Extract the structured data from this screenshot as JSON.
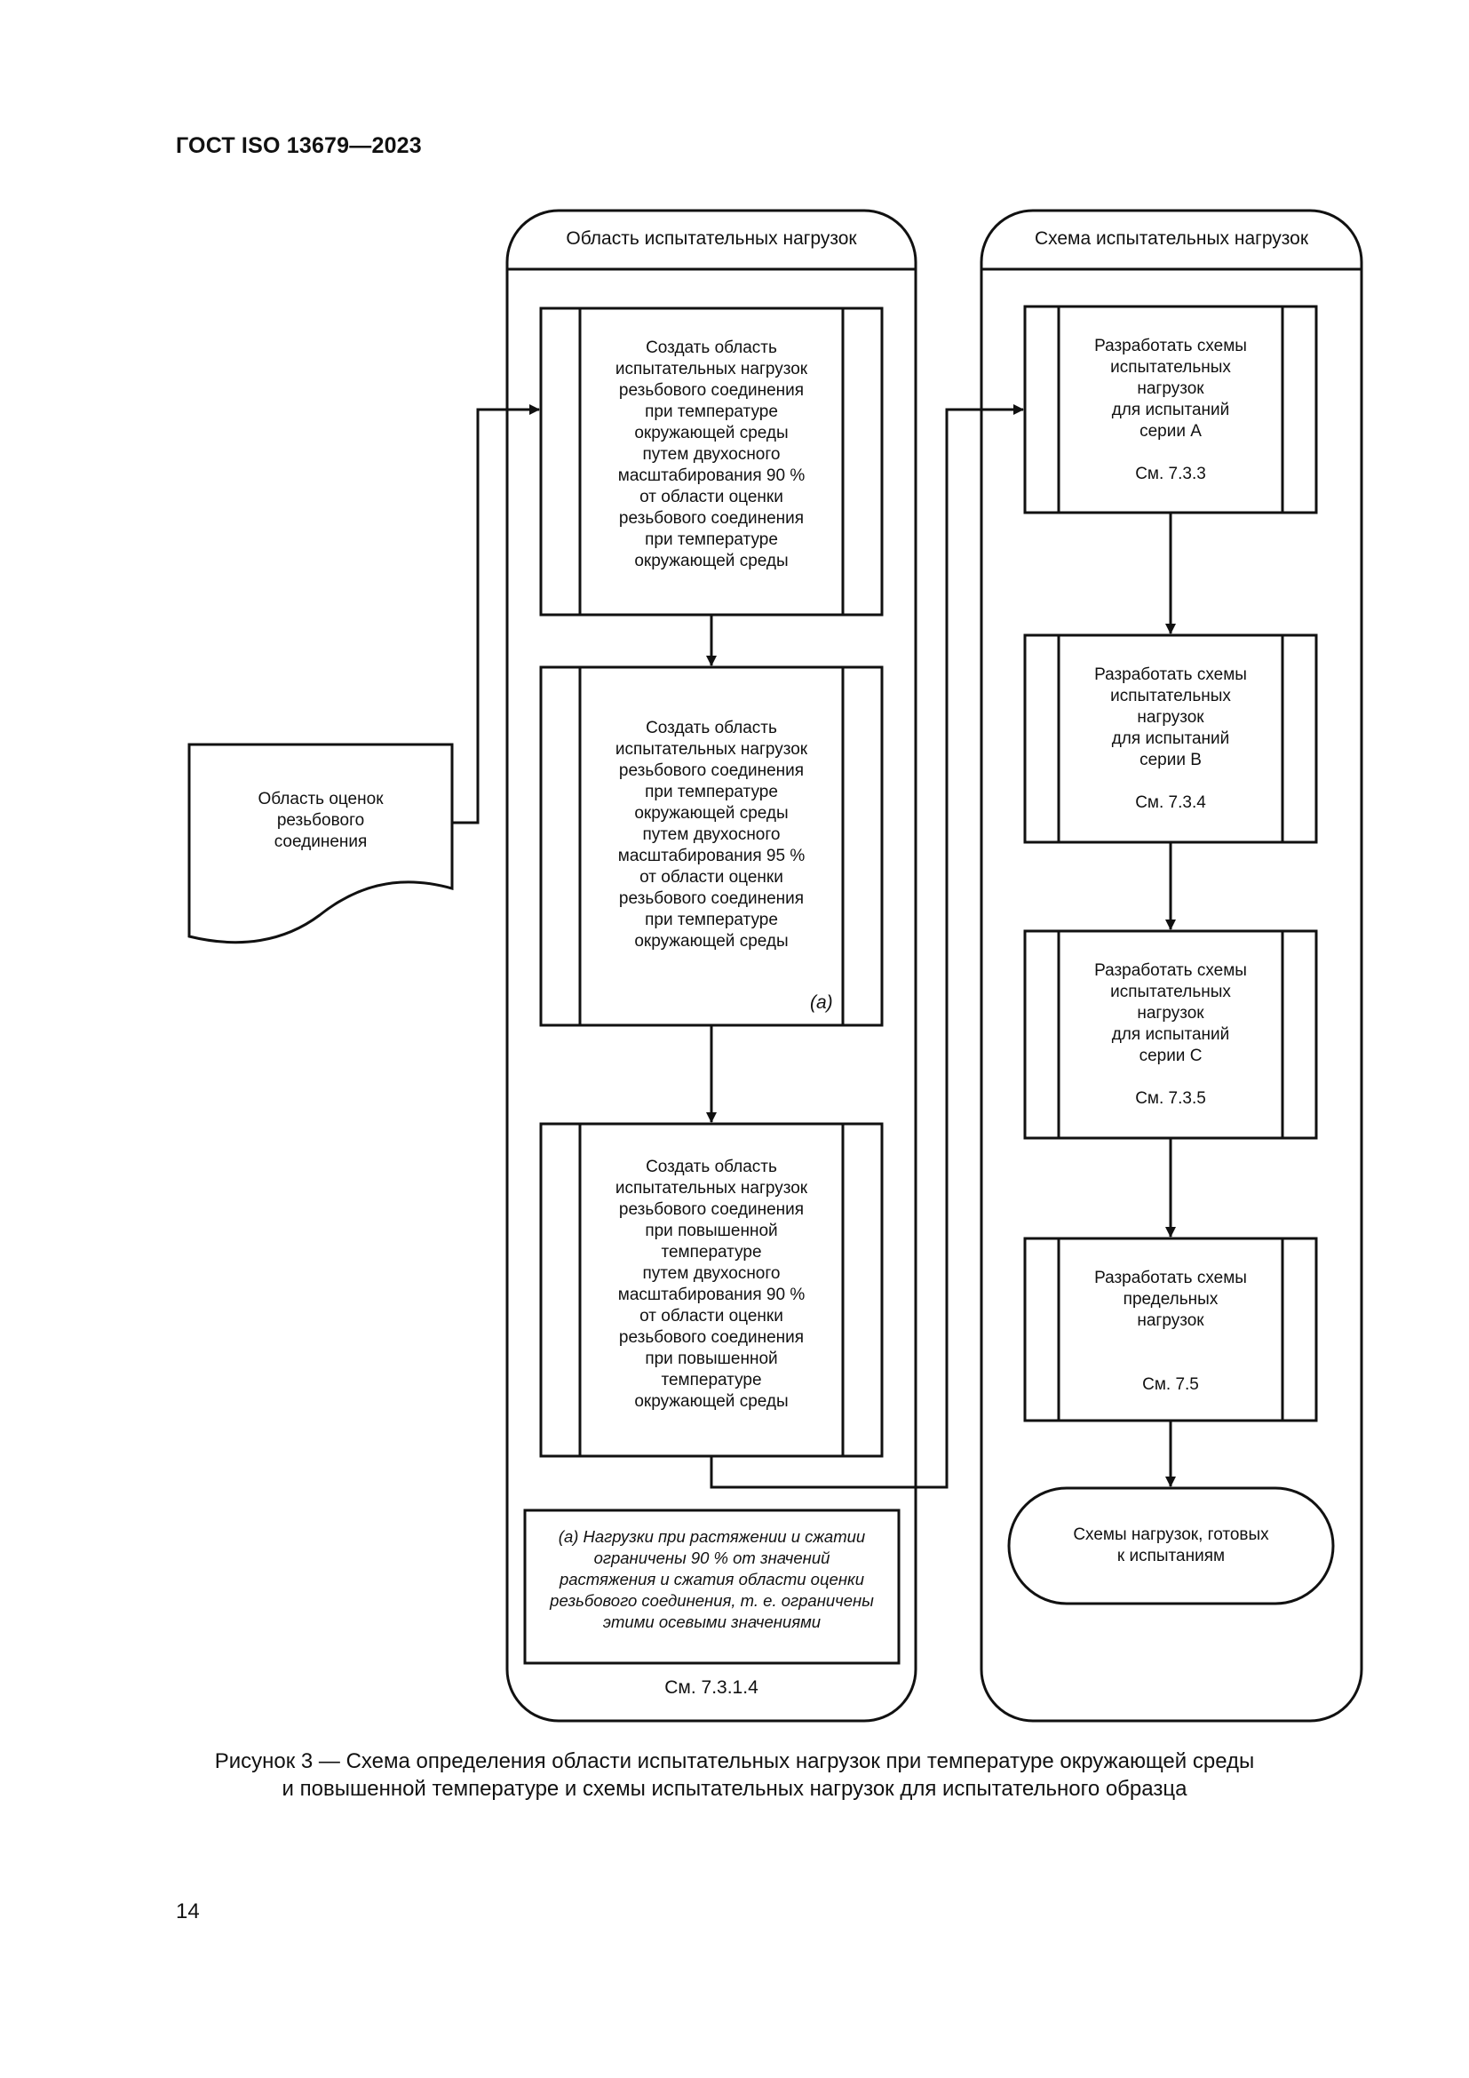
{
  "header": "ГОСТ ISO 13679—2023",
  "lanes": {
    "left": {
      "title": "Область испытательных нагрузок",
      "footer": "См. 7.3.1.4"
    },
    "right": {
      "title": "Схема испытательных нагрузок"
    }
  },
  "input_doc": {
    "lines": [
      "Область оценок",
      "резьбового",
      "соединения"
    ]
  },
  "left_boxes": [
    {
      "lines": [
        "Создать область",
        "испытательных нагрузок",
        "резьбового соединения",
        "при температуре",
        "окружающей среды",
        "путем двухосного",
        "масштабирования 90 %",
        "от области оценки",
        "резьбового соединения",
        "при температуре",
        "окружающей среды"
      ]
    },
    {
      "lines": [
        "Создать область",
        "испытательных нагрузок",
        "резьбового соединения",
        "при температуре",
        "окружающей среды",
        "путем двухосного",
        "масштабирования 95 %",
        "от области оценки",
        "резьбового соединения",
        "при температуре",
        "окружающей среды"
      ],
      "note_mark": "(a)"
    },
    {
      "lines": [
        "Создать область",
        "испытательных нагрузок",
        "резьбового соединения",
        "при повышенной",
        "температуре",
        "путем двухосного",
        "масштабирования 90 %",
        "от области оценки",
        "резьбового соединения",
        "при повышенной",
        "температуре",
        "окружающей среды"
      ]
    }
  ],
  "note": {
    "lines": [
      "(a) Нагрузки при растяжении и сжатии",
      "ограничены 90 % от значений",
      "растяжения и сжатия области оценки",
      "резьбового соединения, т. е. ограничены",
      "этими осевыми значениями"
    ]
  },
  "right_boxes": [
    {
      "lines": [
        "Разработать схемы",
        "испытательных",
        "нагрузок",
        "для испытаний",
        "серии А"
      ],
      "ref": "См. 7.3.3"
    },
    {
      "lines": [
        "Разработать схемы",
        "испытательных",
        "нагрузок",
        "для испытаний",
        "серии В"
      ],
      "ref": "См. 7.3.4"
    },
    {
      "lines": [
        "Разработать схемы",
        "испытательных",
        "нагрузок",
        "для испытаний",
        "серии С"
      ],
      "ref": "См. 7.3.5"
    },
    {
      "lines": [
        "Разработать схемы",
        "предельных",
        "нагрузок"
      ],
      "ref": "См. 7.5",
      "wide_gap": true
    }
  ],
  "terminal": {
    "lines": [
      "Схемы нагрузок, готовых",
      "к испытаниям"
    ]
  },
  "caption": {
    "lines": [
      "Рисунок 3 — Схема определения области испытательных нагрузок при температуре окружающей среды",
      "и повышенной температуре и схемы испытательных нагрузок для испытательного образца"
    ]
  },
  "page_number": "14"
}
